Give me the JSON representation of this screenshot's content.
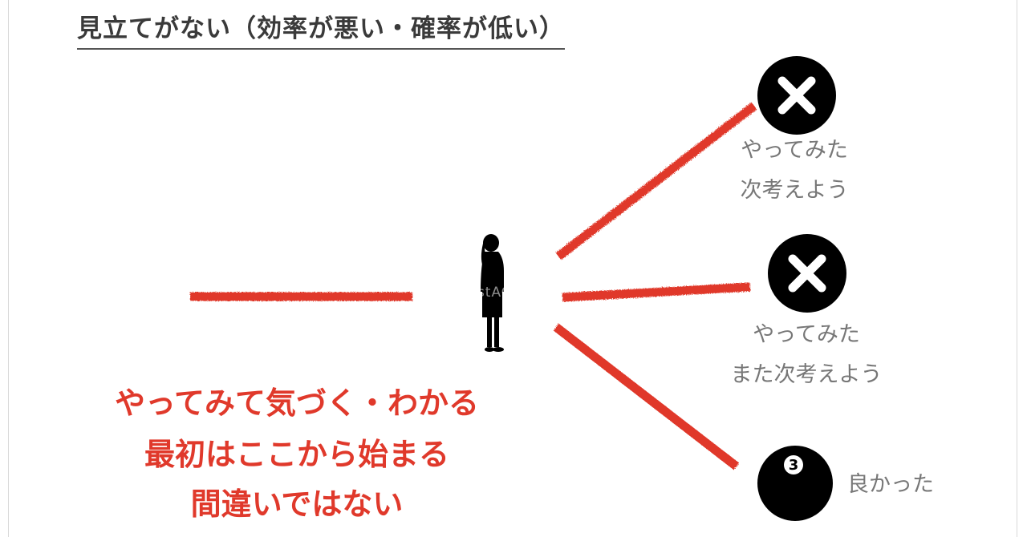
{
  "title": "見立てがない（効率が悪い・確率が低い）",
  "outcomes": [
    {
      "icon": "x-icon",
      "lines": [
        "やってみた",
        "次考えよう"
      ]
    },
    {
      "icon": "x-icon",
      "lines": [
        "やってみた",
        "また次考えよう"
      ]
    },
    {
      "icon": "number-three-icon",
      "number": "3",
      "label": "良かった"
    }
  ],
  "message": {
    "lines": [
      "やってみて気づく・わかる",
      "最初はここから始まる",
      "間違いではない"
    ]
  },
  "watermark": "illustAC",
  "colors": {
    "accent": "#e0392b",
    "circle": "#000000",
    "caption": "#777777",
    "title": "#3a3a3a"
  }
}
